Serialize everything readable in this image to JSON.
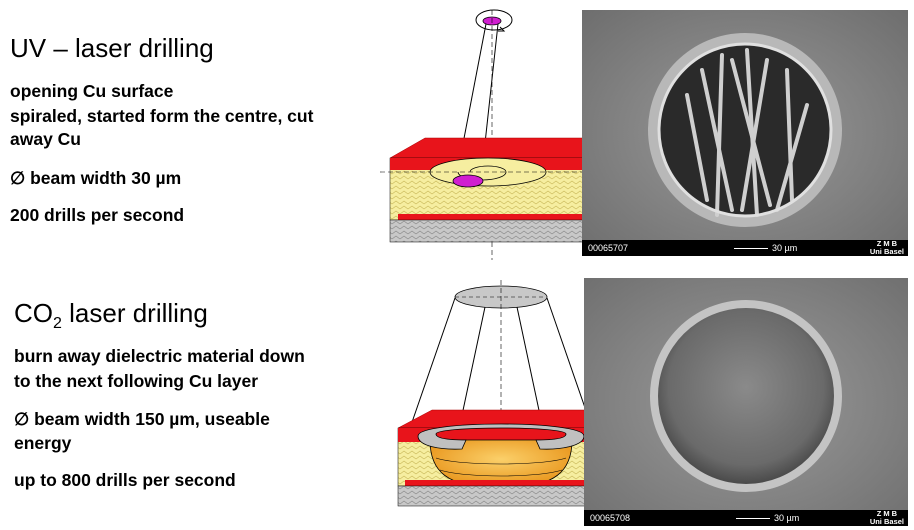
{
  "uv": {
    "title": "UV – laser drilling",
    "line1": "opening Cu surface",
    "line2": "spiraled, started form the centre, cut",
    "line3": "away Cu",
    "beam_symbol": "∅",
    "beam_text": " beam width 30 µm",
    "rate": "200 drills per second",
    "sem": {
      "id": "00065707",
      "scale": "30 µm",
      "lab_line1": "Z M B",
      "lab_line2": "Uni Basel"
    }
  },
  "co2": {
    "title_prefix": "CO",
    "title_sub": "2",
    "title_suffix": " laser drilling",
    "line1": "burn away dielectric material down",
    "line2": "to the next following Cu layer",
    "beam_symbol": "∅",
    "beam_text": " beam width 150 µm, useable",
    "beam_text2": "energy",
    "rate": "up to 800 drills per second",
    "sem": {
      "id": "00065708",
      "scale": "30 µm",
      "lab_line1": "Z M B",
      "lab_line2": "Uni Basel"
    }
  },
  "colors": {
    "copper": "#e8141b",
    "dielectric": "#f6eea0",
    "substrate": "#c8c8c8",
    "uv_spot": "#d01fd0",
    "co2_cavity": "#f5b324"
  }
}
